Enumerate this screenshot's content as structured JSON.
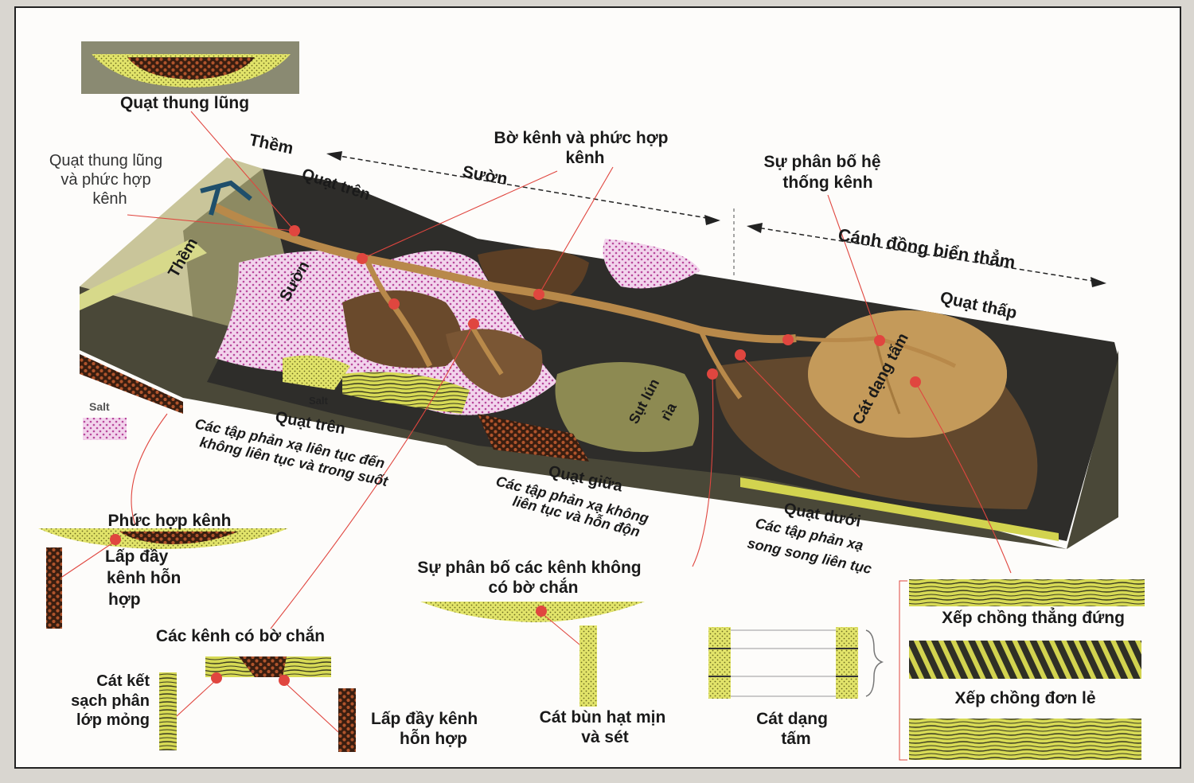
{
  "colors": {
    "frame": "#1a1a1a",
    "sand_yellow": "#d8dc5a",
    "mud_brown": "#5a3a22",
    "channel_tan": "#b8894a",
    "slope_olive": "#8d8a62",
    "terrace_tan": "#c9c59a",
    "silt_pink": "#e2a3d6",
    "basin_dark": "#2b2b2b",
    "lobe_tan": "#b48b4d",
    "leader_red": "#e0463f"
  },
  "labels": {
    "valley_fan": "Quạt thung lũng",
    "valley_fan_complex": [
      "Quạt thung lũng",
      "và phức hợp",
      "kênh"
    ],
    "terrace": "Thềm",
    "upper_fan": "Quạt trên",
    "slope": "Sườn",
    "levee_complex": [
      "Bờ kênh và phức hợp",
      "kênh"
    ],
    "channel_distribution": [
      "Sự phân bố hệ",
      "thống  kênh"
    ],
    "abyssal_plain": "Cánh đồng biển thẳm",
    "lower_fan_top": "Quạt thấp",
    "terrace_block": "Thềm",
    "slope_block": "Sườn",
    "silt": "Salt",
    "salt_small": "Salt",
    "upper_fan_desc": [
      "Quạt trên",
      "Các tập phản xạ liên tục đến",
      "không liên tục và trong suốt"
    ],
    "subsidence": [
      "Sụt lún",
      "rìa"
    ],
    "sheet_sand": "Cát dạng tấm",
    "middle_fan_desc": [
      "Quạt giữa",
      "Các tập phản xạ không",
      "liên tục và hỗn độn"
    ],
    "lower_fan_desc": [
      "Quạt dưới",
      "Các tập phản xạ",
      "song song liên tục"
    ],
    "channel_complex": "Phức hợp kênh",
    "mixed_fill": [
      "Lấp đầy",
      "kênh hỗn",
      "hợp"
    ],
    "unleveed_channels": [
      "Sự phân bố các kênh không",
      "có bờ chắn"
    ],
    "leveed_channels": "Các kênh có bờ chắn",
    "clean_sand": [
      "Cát kết",
      "sạch phân",
      "lớp mỏng"
    ],
    "mixed_fill_2": [
      "Lấp đầy kênh",
      "hỗn hợp"
    ],
    "fine_silt_clay": [
      "Cát bùn hạt mịn",
      "và sét"
    ],
    "sheet_sand_2": [
      "Cát dạng",
      "tấm"
    ],
    "vertical_stacking": "Xếp  chồng thẳng đứng",
    "single_stacking": "Xếp  chồng đơn lẻ"
  }
}
